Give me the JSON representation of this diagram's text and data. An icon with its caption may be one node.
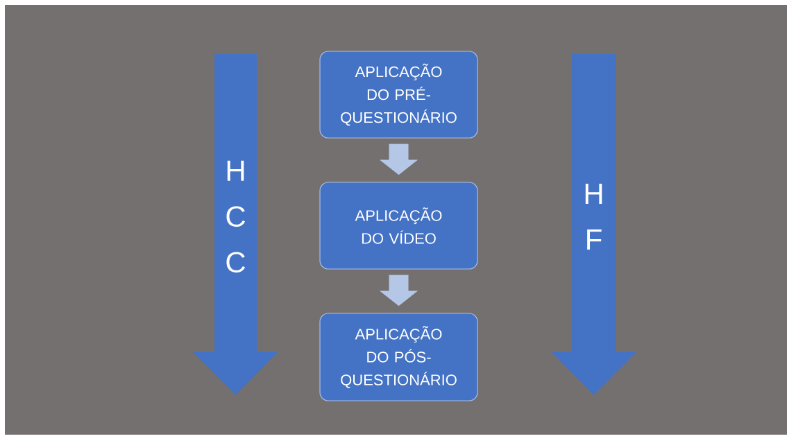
{
  "diagram": {
    "nodes": [
      {
        "text": [
          "APLICAÇÃO DO PRÉ-QUESTIONÁRIO"
        ]
      },
      {
        "text": [
          "APLICAÇÃO DO VÍDEO"
        ]
      },
      {
        "text": [
          "APLICAÇÃO DO PÓS-QUESTIONÁRIO"
        ]
      },
      {
        "text": [
          "H C C"
        ]
      },
      {
        "text": [
          "H F"
        ]
      }
    ],
    "edges": [
      {
        "from": 0,
        "to": 1,
        "arrow": "to"
      },
      {
        "from": 1,
        "to": 2,
        "arrow": "to"
      }
    ]
  }
}
